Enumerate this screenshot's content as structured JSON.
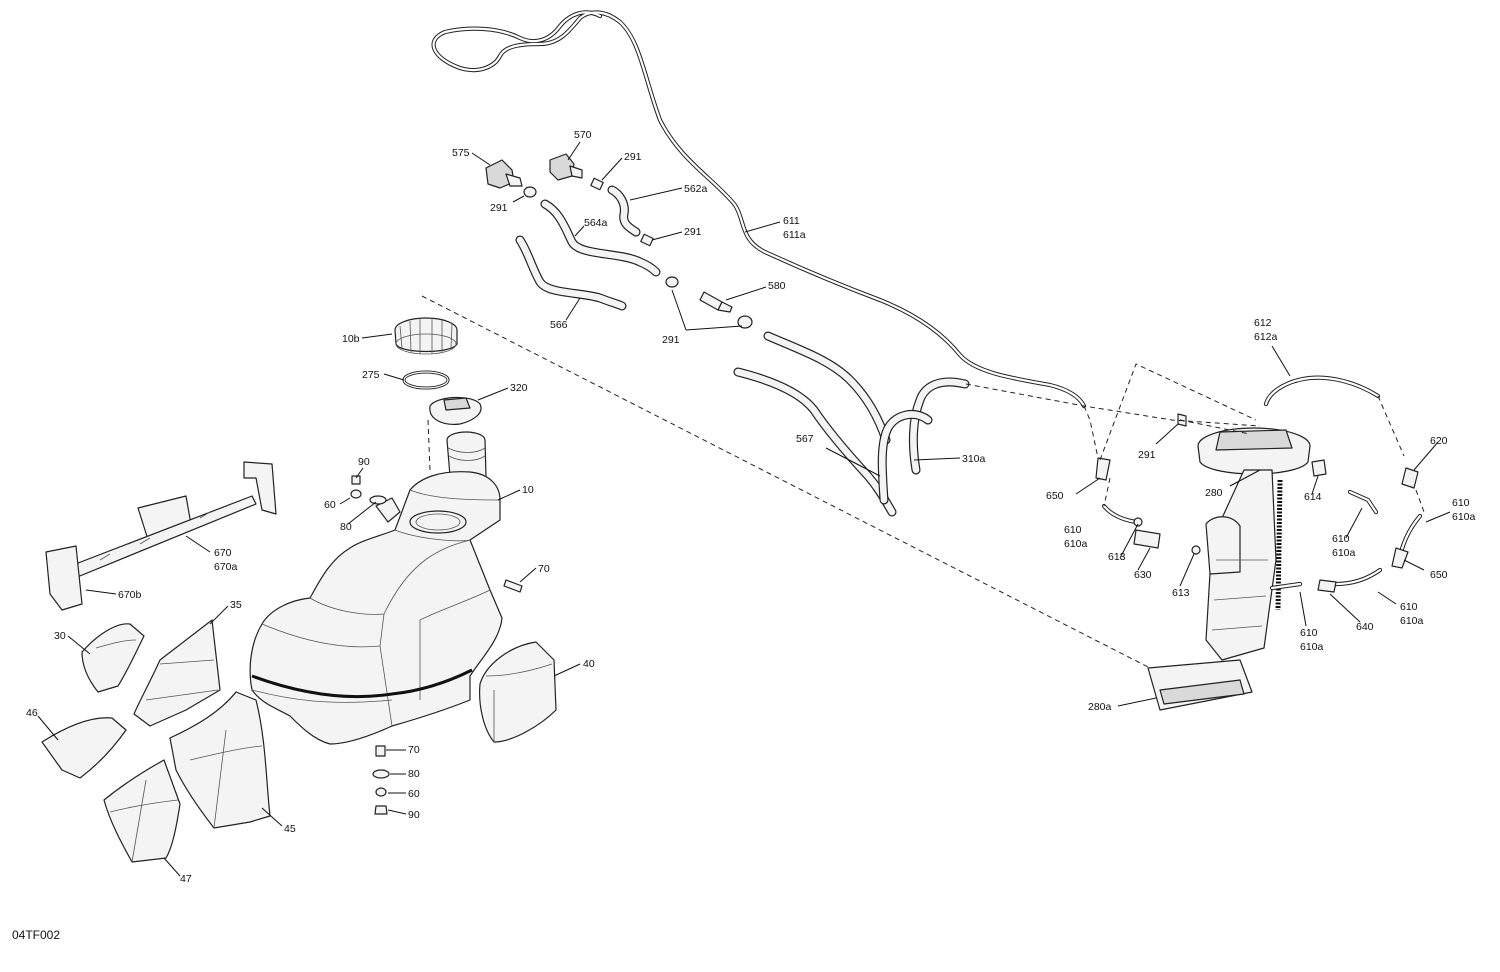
{
  "reference_code": "04TF002",
  "callouts": {
    "c575": "575",
    "c570": "570",
    "c291a": "291",
    "c291b": "291",
    "c291c": "291",
    "c562a": "562a",
    "c564a": "564a",
    "c566": "566",
    "c580": "580",
    "c291d": "291",
    "c611": "611",
    "c611a": "611a",
    "c10b": "10b",
    "c275": "275",
    "c320": "320",
    "c10": "10",
    "c90a": "90",
    "c60a": "60",
    "c80a": "80",
    "c70a": "70",
    "c670": "670",
    "c670a": "670a",
    "c670b": "670b",
    "c35": "35",
    "c30": "30",
    "c40": "40",
    "c46": "46",
    "c45": "45",
    "c47": "47",
    "c70b": "70",
    "c80b": "80",
    "c60b": "60",
    "c90b": "90",
    "c567": "567",
    "c310a": "310a",
    "c612": "612",
    "c612a": "612a",
    "c620": "620",
    "c291e": "291",
    "c280": "280",
    "c614": "614",
    "c650a": "650",
    "c610a": "610",
    "c610aa": "610a",
    "c613a": "613",
    "c630": "630",
    "c613b": "613",
    "c610b": "610",
    "c610ba": "610a",
    "c610c": "610",
    "c610ca": "610a",
    "c650b": "650",
    "c610d": "610",
    "c610da": "610a",
    "c640": "640",
    "c610e": "610",
    "c610ea": "610a",
    "c280a": "280a"
  }
}
